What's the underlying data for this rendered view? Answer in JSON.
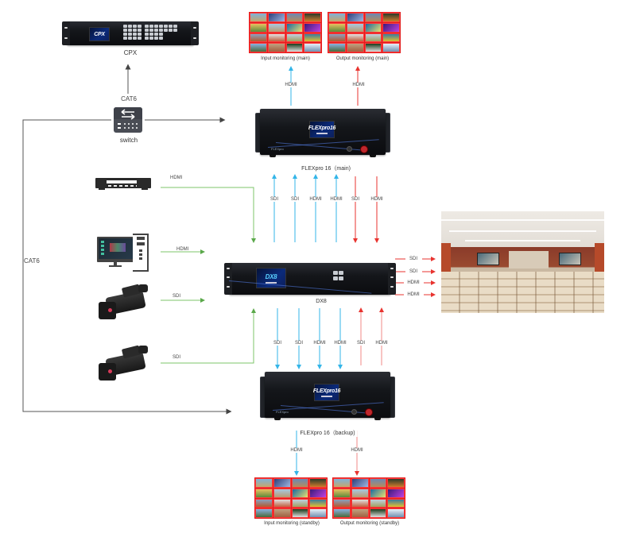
{
  "devices": {
    "cpx": {
      "label": "CPX",
      "screen_text": "CPX"
    },
    "switch": {
      "label": "switch",
      "icon": "network-switch-icon"
    },
    "flexpro_main": {
      "label": "FLEXpro 16（main)",
      "screen_text": "FLEXpro16"
    },
    "dx8": {
      "label": "DX8",
      "screen_text": "DX8"
    },
    "flexpro_backup": {
      "label": "FLEXpro 16（backup)",
      "screen_text": "FLEXpro16"
    },
    "set_top_box": {
      "icon": "set-top-box-icon"
    },
    "pc": {
      "icon": "desktop-pc-icon"
    },
    "camera_1": {
      "icon": "video-camera-icon"
    },
    "camera_2": {
      "icon": "video-camera-icon"
    },
    "conference_room": {
      "icon": "conference-room-photo"
    }
  },
  "monitors": {
    "input_main": {
      "label": "Input monitoring (main)"
    },
    "output_main": {
      "label": "Output monitoring (main)"
    },
    "input_standby": {
      "label": "Input monitoring (standby)"
    },
    "output_standby": {
      "label": "Output monitoring (standby)"
    }
  },
  "links": {
    "cpx_switch": "CAT6",
    "left_loop": "CAT6",
    "main_to_input_mon": "HDMI",
    "main_to_output_mon": "HDMI",
    "stb_to_dx8": "HDMI",
    "pc_to_dx8": "HDMI",
    "cam1_to_dx8": "SDI",
    "cam2_to_dx8": "SDI",
    "dx8_main": [
      "SDI",
      "SDI",
      "HDMI",
      "HDMI",
      "SDI",
      "HDMI"
    ],
    "dx8_backup": [
      "SDI",
      "SDI",
      "HDMI",
      "HDMI",
      "SDI",
      "HDMI"
    ],
    "dx8_outputs": [
      "SDI",
      "SDI",
      "HDMI",
      "HDMI"
    ],
    "backup_to_input_mon": "HDMI",
    "backup_to_output_mon": "HDMI"
  },
  "colors": {
    "input_arrow": "#33b5e8",
    "output_arrow": "#e8332f",
    "source_line": "#7cc46a",
    "control_line": "#555555",
    "monitor_frame": "#e11d1d"
  }
}
